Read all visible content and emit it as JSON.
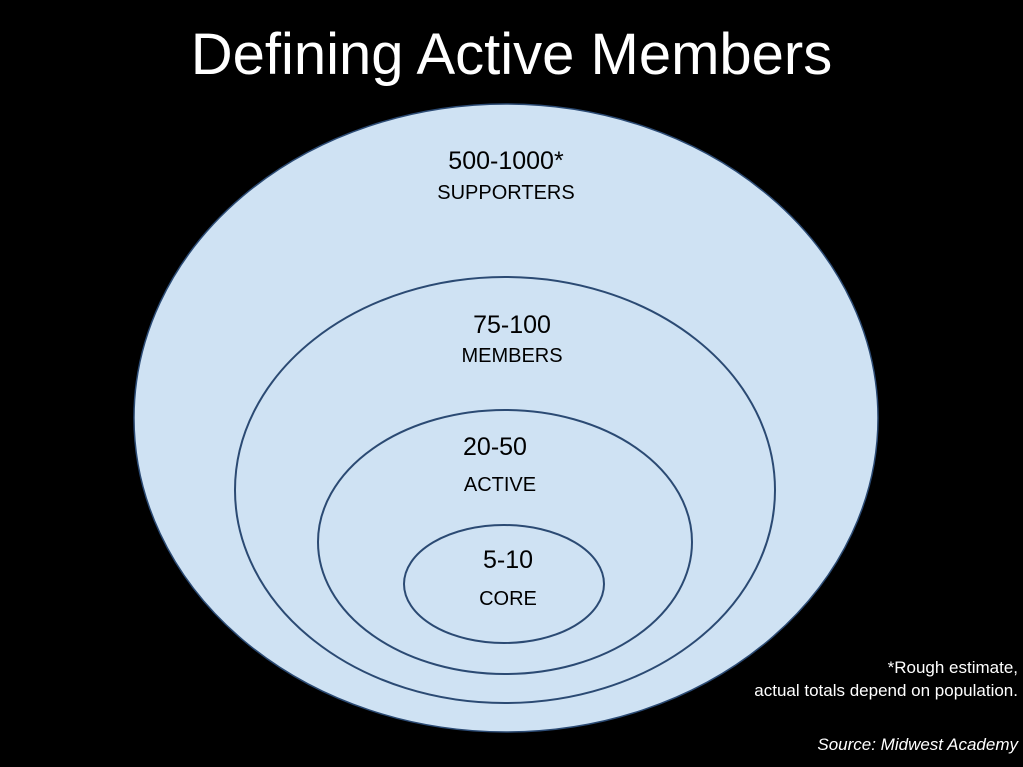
{
  "title": "Defining Active Members",
  "colors": {
    "background": "#000000",
    "circle_fill": "#cfe2f3",
    "circle_stroke": "#2b4a73",
    "text_light": "#ffffff",
    "text_dark": "#000000"
  },
  "rings": [
    {
      "count": "500-1000*",
      "label": "SUPPORTERS"
    },
    {
      "count": "75-100",
      "label": "MEMBERS"
    },
    {
      "count": "20-50",
      "label": "ACTIVE"
    },
    {
      "count": "5-10",
      "label": "CORE"
    }
  ],
  "footnote": {
    "line1": "*Rough estimate,",
    "line2": "actual totals depend on population."
  },
  "source": "Source: Midwest Academy"
}
